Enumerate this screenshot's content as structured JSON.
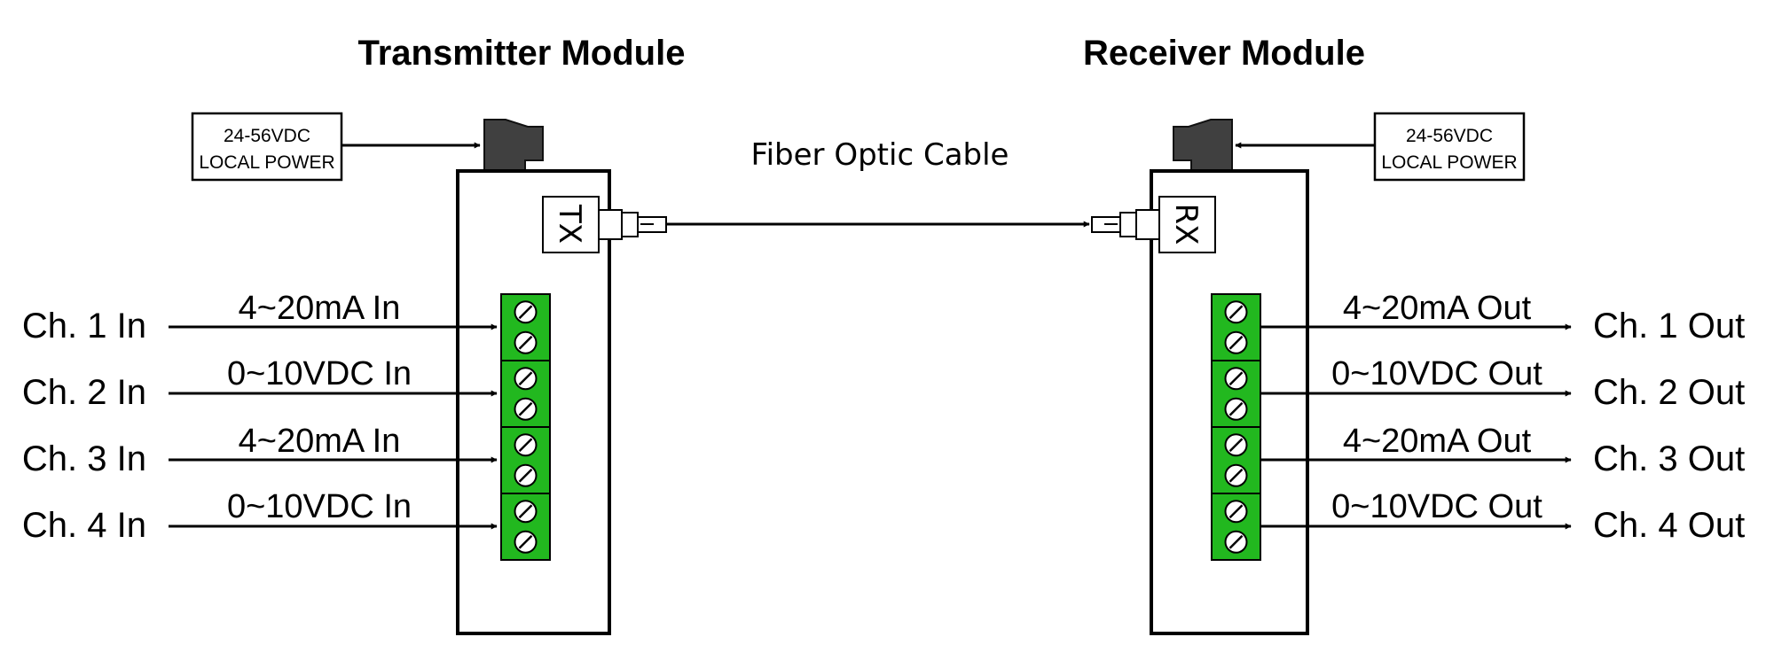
{
  "transmitter": {
    "title": "Transmitter Module",
    "power_line1": "24-56VDC",
    "power_line2": "LOCAL POWER",
    "port_label": "TX",
    "channels": [
      {
        "label": "Ch. 1 In",
        "signal": "4~20mA In"
      },
      {
        "label": "Ch. 2 In",
        "signal": "0~10VDC In"
      },
      {
        "label": "Ch. 3 In",
        "signal": "4~20mA In"
      },
      {
        "label": "Ch. 4 In",
        "signal": "0~10VDC In"
      }
    ]
  },
  "receiver": {
    "title": "Receiver Module",
    "power_line1": "24-56VDC",
    "power_line2": "LOCAL POWER",
    "port_label": "RX",
    "channels": [
      {
        "label": "Ch. 1 Out",
        "signal": "4~20mA Out"
      },
      {
        "label": "Ch. 2 Out",
        "signal": "0~10VDC Out"
      },
      {
        "label": "Ch. 3 Out",
        "signal": "4~20mA Out"
      },
      {
        "label": "Ch. 4 Out",
        "signal": "0~10VDC Out"
      }
    ]
  },
  "cable": {
    "label": "Fiber Optic Cable"
  },
  "colors": {
    "terminal_green": "#22b81f",
    "power_plug": "#404040",
    "line": "#000000"
  }
}
